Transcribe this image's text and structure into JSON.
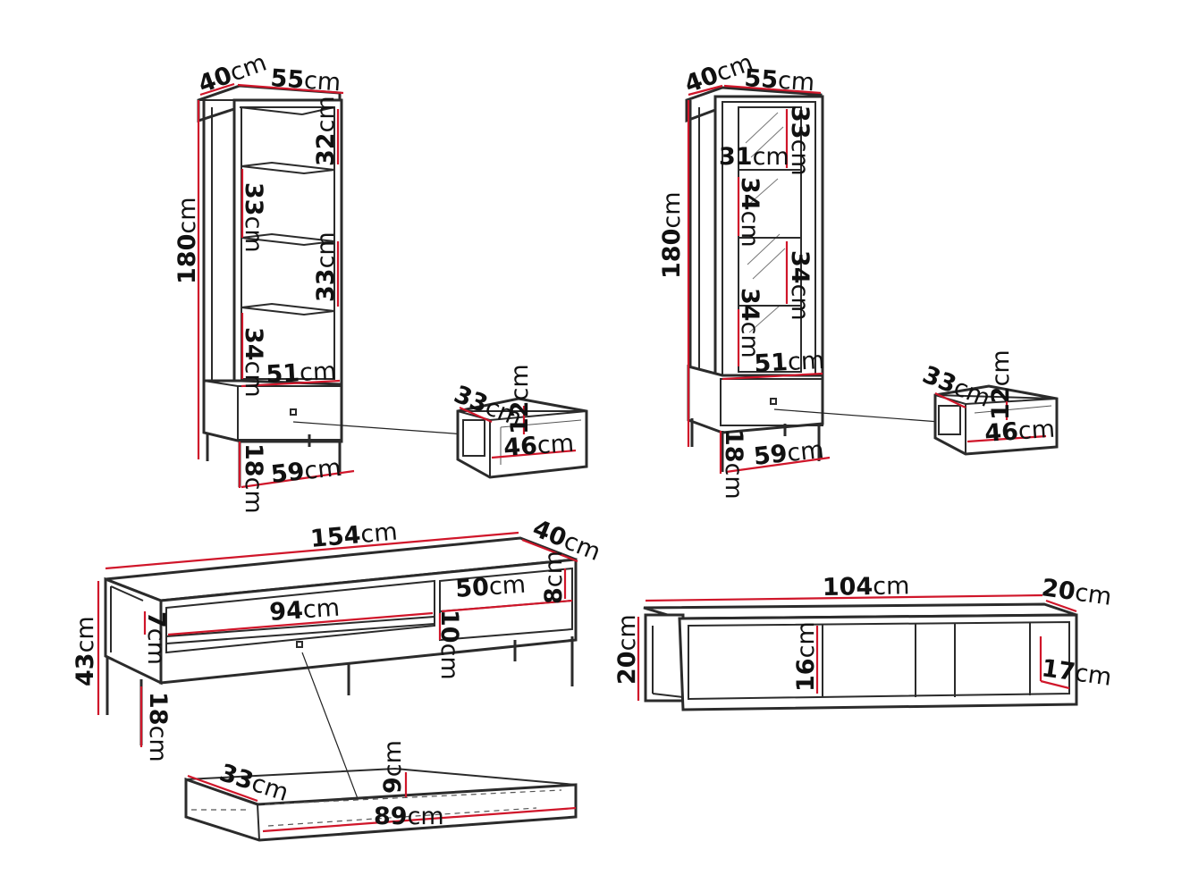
{
  "drawing": {
    "units": "cm",
    "items": [
      {
        "name": "open-bookcase",
        "labels": {
          "depth": "40",
          "width": "55",
          "height": "180",
          "shelf_top": "32",
          "shelf_2": "33",
          "shelf_3": "33",
          "shelf_4": "34",
          "base_width": "51",
          "leg_height": "18",
          "overall_base": "59"
        }
      },
      {
        "name": "glass-display-cabinet",
        "labels": {
          "depth": "40",
          "width": "55",
          "height": "180",
          "shelf_top": "33",
          "inner_width": "31",
          "shelf_2": "34",
          "shelf_3": "34",
          "shelf_4": "34",
          "base_width": "51",
          "leg_height": "18",
          "overall_base": "59"
        }
      },
      {
        "name": "cabinet-drawer-1",
        "labels": {
          "depth": "33",
          "height": "12",
          "width": "46"
        }
      },
      {
        "name": "cabinet-drawer-2",
        "labels": {
          "depth": "33",
          "height": "12",
          "width": "46"
        }
      },
      {
        "name": "tv-stand",
        "labels": {
          "width": "154",
          "depth": "40",
          "height": "43",
          "leg_height": "18",
          "drawer_width": "94",
          "top_gap": "7",
          "shelf_width": "50",
          "shelf_gap": "8",
          "shelf_height": "10"
        }
      },
      {
        "name": "tv-stand-drawer",
        "labels": {
          "depth": "33",
          "height": "9",
          "width": "89"
        }
      },
      {
        "name": "wall-shelf",
        "labels": {
          "width": "104",
          "depth": "20",
          "height": "20",
          "inner_height": "16",
          "side_height": "17"
        }
      }
    ]
  }
}
